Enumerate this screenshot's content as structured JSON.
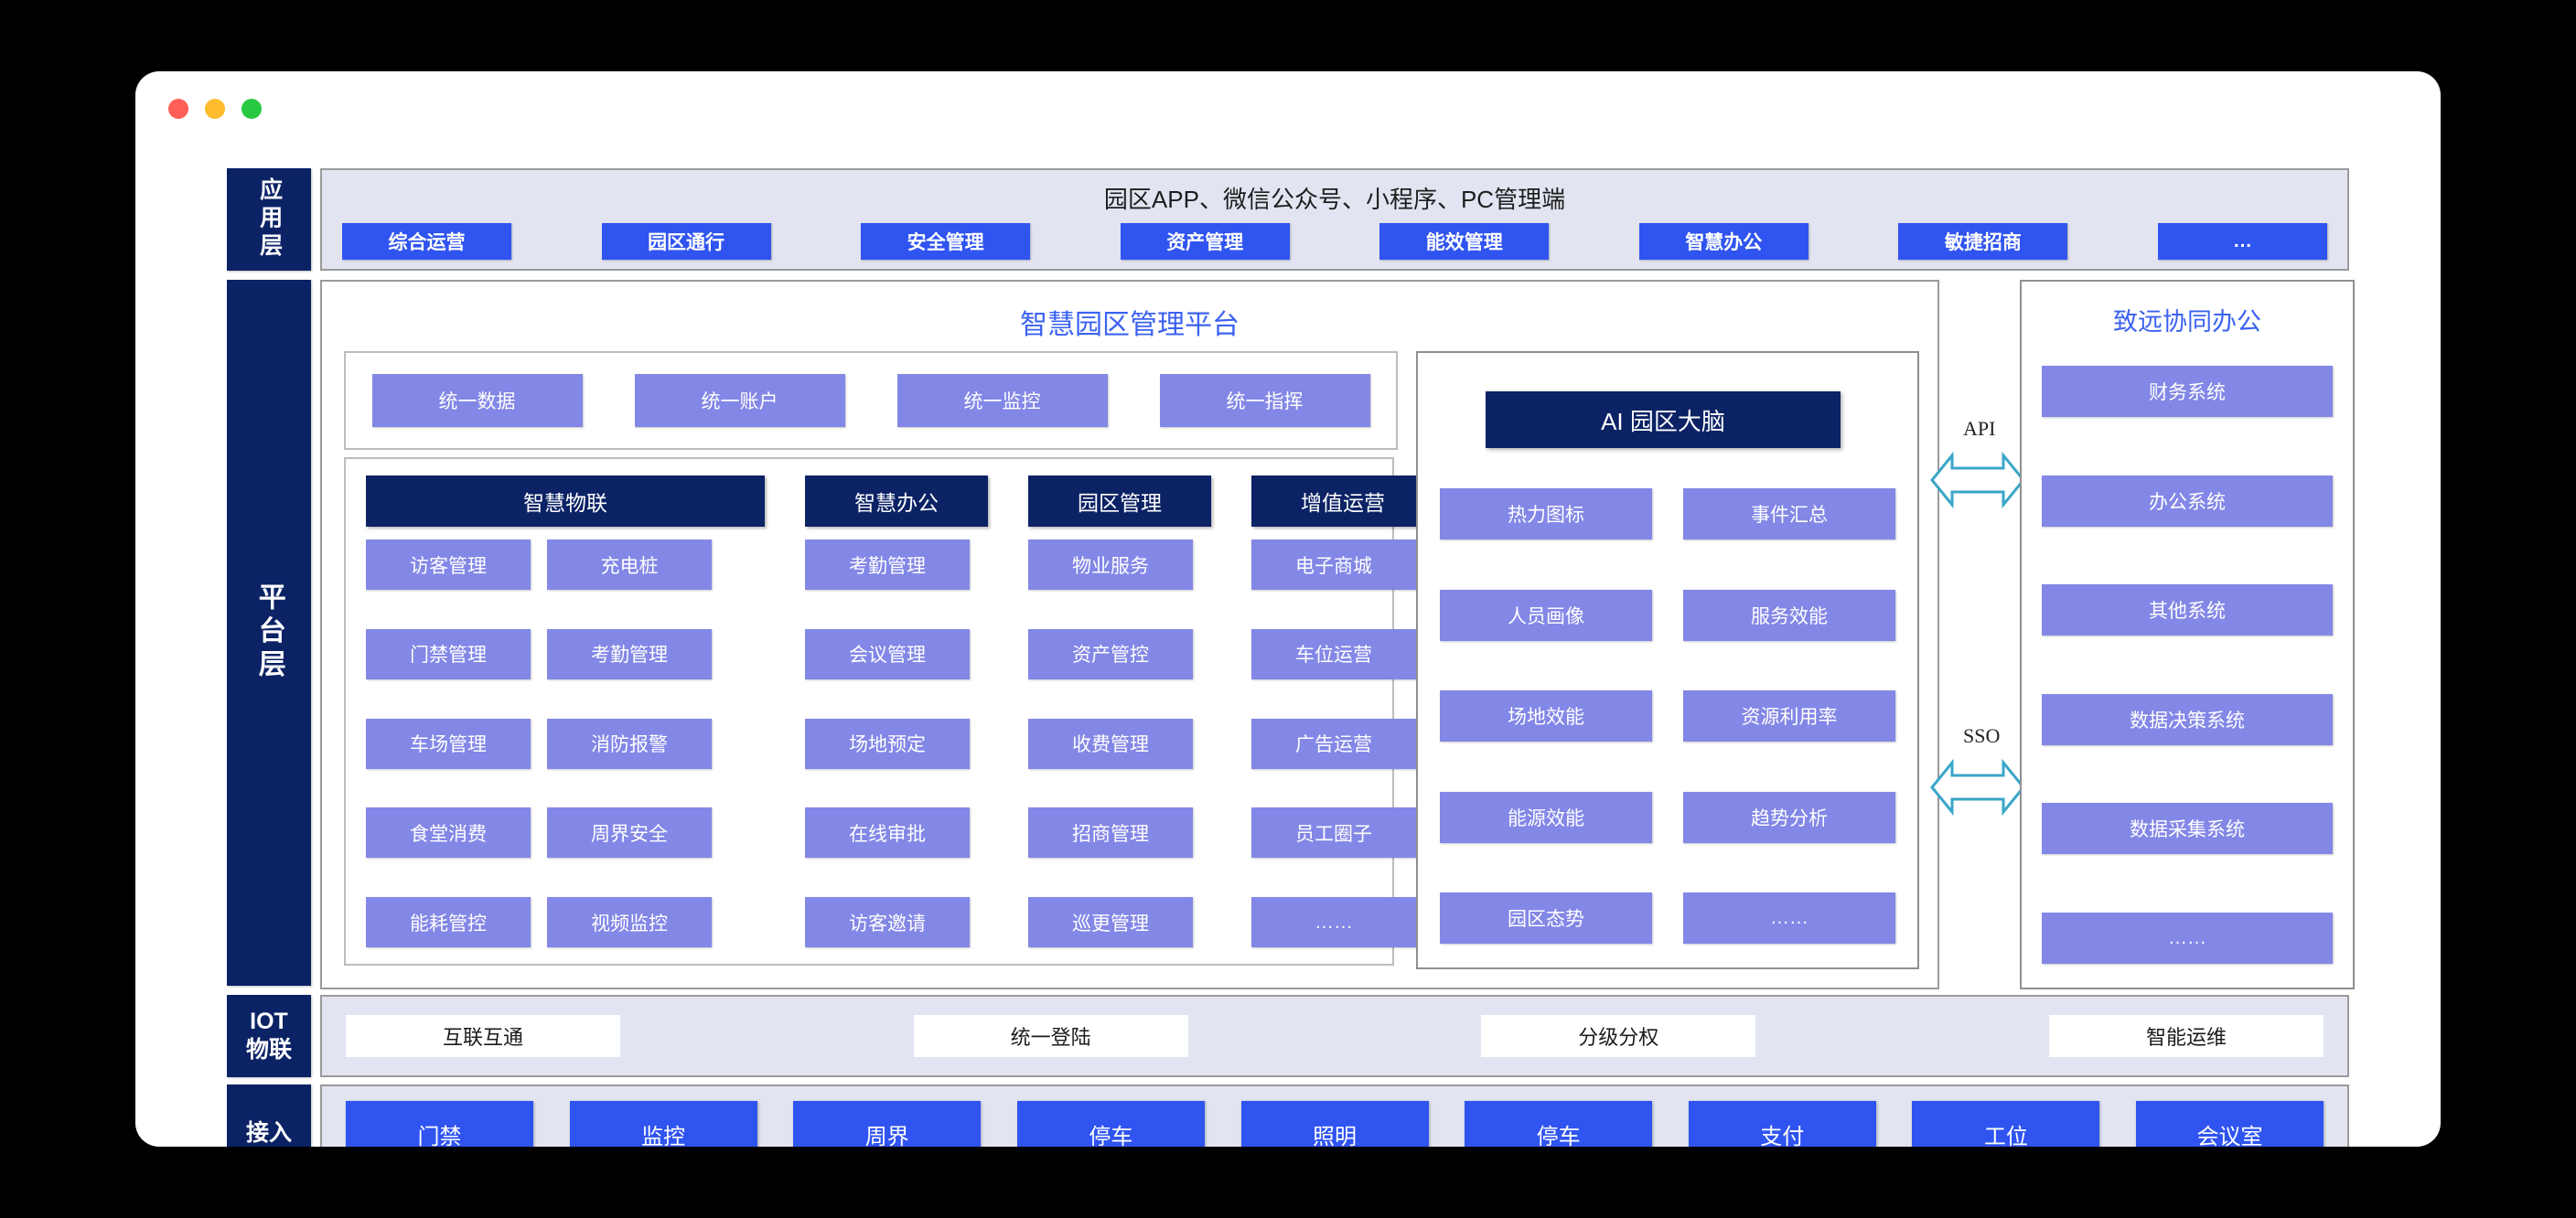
{
  "window": {
    "traffic_lights": [
      "close",
      "minimize",
      "maximize"
    ],
    "colors": {
      "traffic_close": "#ff5f57",
      "traffic_min": "#febc2e",
      "traffic_max": "#28c840",
      "deep_navy": "#0b2265",
      "chip_blue": "#2f54f0",
      "tile_purple": "#8387e6",
      "layer_band": "#e2e5f1",
      "title_blue": "#3b62f0",
      "arrow_teal": "#3aa6c8"
    }
  },
  "application_layer": {
    "tag": "应用层",
    "tagline": "园区APP、微信公众号、小程序、PC管理端",
    "chips": [
      "综合运营",
      "园区通行",
      "安全管理",
      "资产管理",
      "能效管理",
      "智慧办公",
      "敏捷招商",
      "…"
    ]
  },
  "platform_layer": {
    "tag": "平台层",
    "title": "智慧园区管理平台",
    "unified": [
      "统一数据",
      "统一账户",
      "统一监控",
      "统一指挥"
    ],
    "module_groups": [
      {
        "head": "智慧物联",
        "columns": [
          [
            "访客管理",
            "门禁管理",
            "车场管理",
            "食堂消费",
            "能耗管控"
          ],
          [
            "充电桩",
            "考勤管理",
            "消防报警",
            "周界安全",
            "视频监控"
          ]
        ]
      },
      {
        "head": "智慧办公",
        "columns": [
          [
            "考勤管理",
            "会议管理",
            "场地预定",
            "在线审批",
            "访客邀请"
          ]
        ]
      },
      {
        "head": "园区管理",
        "columns": [
          [
            "物业服务",
            "资产管控",
            "收费管理",
            "招商管理",
            "巡更管理"
          ]
        ]
      },
      {
        "head": "增值运营",
        "columns": [
          [
            "电子商城",
            "车位运营",
            "广告运营",
            "员工圈子",
            "……"
          ]
        ]
      }
    ],
    "ai_brain": {
      "head": "AI 园区大脑",
      "columns": [
        [
          "热力图标",
          "人员画像",
          "场地效能",
          "能源效能",
          "园区态势"
        ],
        [
          "事件汇总",
          "服务效能",
          "资源利用率",
          "趋势分析",
          "……"
        ]
      ]
    }
  },
  "connectors": {
    "api_label": "API",
    "sso_label": "SSO"
  },
  "external_panel": {
    "title": "致远协同办公",
    "items": [
      "财务系统",
      "办公系统",
      "其他系统",
      "数据决策系统",
      "数据采集系统",
      "……"
    ]
  },
  "iot_layer": {
    "tag_line1": "IOT",
    "tag_line2": "物联",
    "items": [
      "互联互通",
      "统一登陆",
      "分级分权",
      "智能运维"
    ]
  },
  "access_layer": {
    "tag": "接入",
    "items": [
      "门禁",
      "监控",
      "周界",
      "停车",
      "照明",
      "停车",
      "支付",
      "工位",
      "会议室"
    ]
  }
}
